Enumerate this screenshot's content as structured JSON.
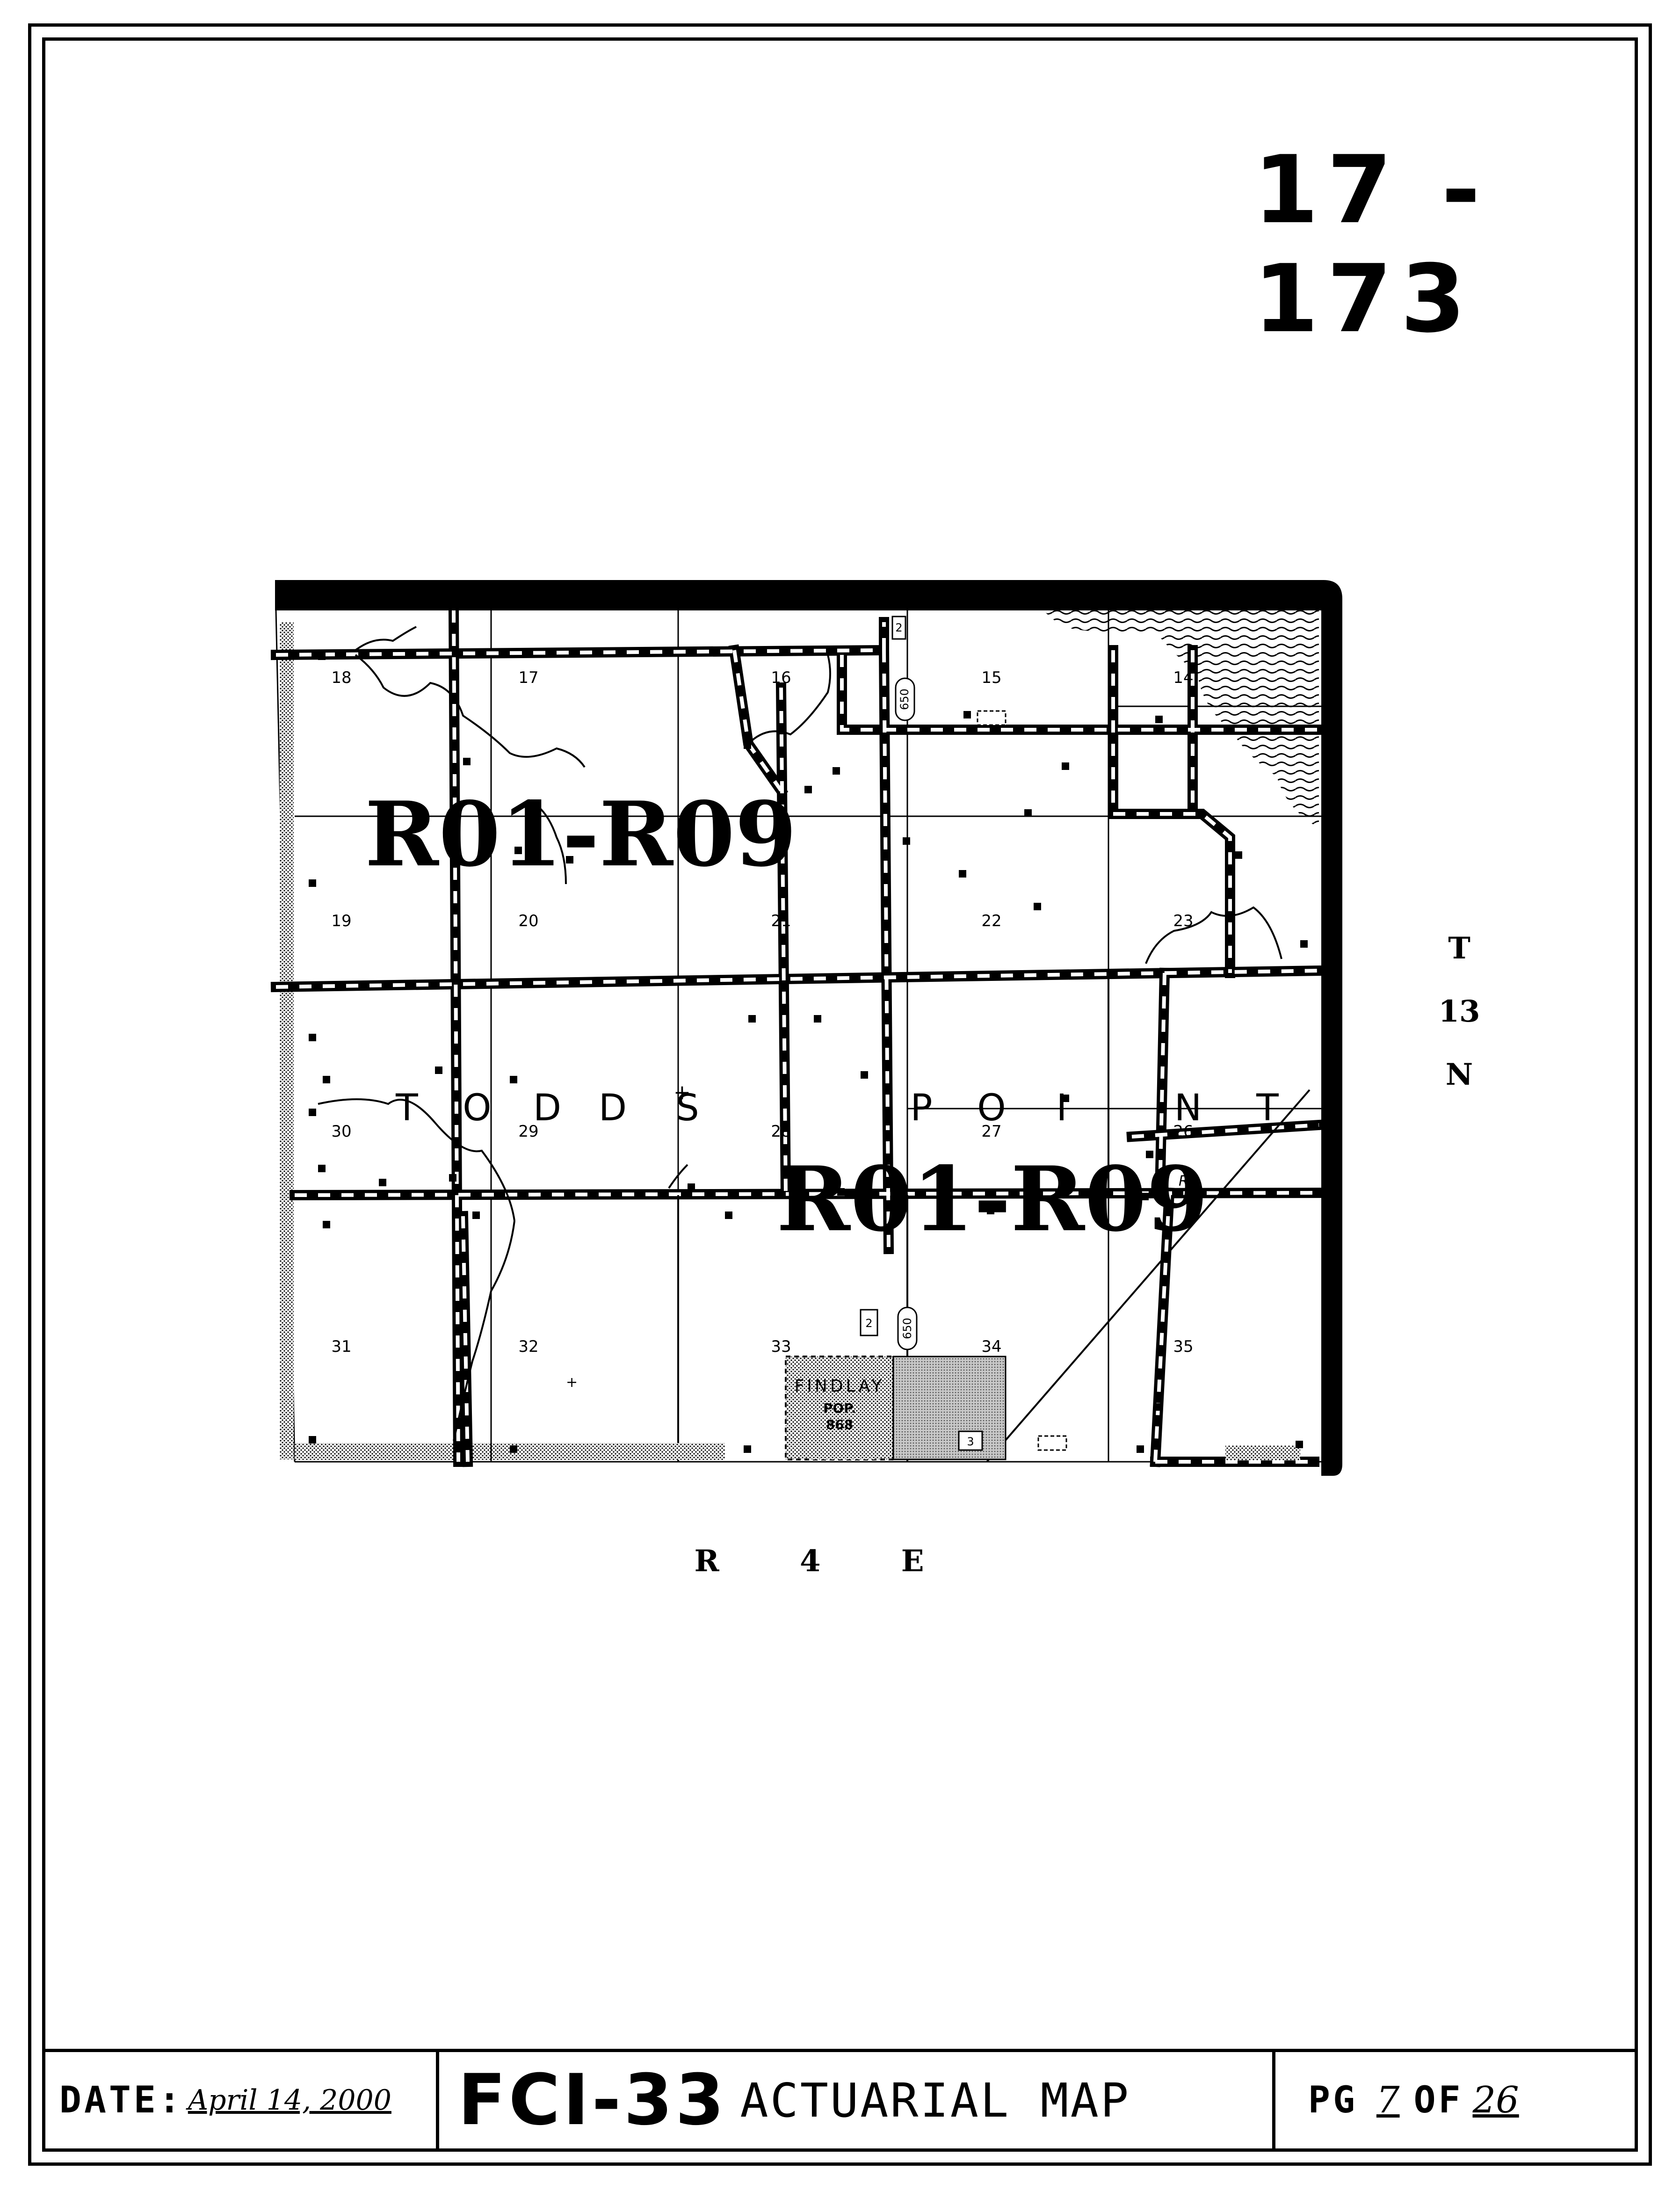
{
  "sheet_id": "17 - 173",
  "map": {
    "sections": [
      {
        "num": "18",
        "col": 0,
        "row": 0
      },
      {
        "num": "17",
        "col": 1,
        "row": 0
      },
      {
        "num": "16",
        "col": 2,
        "row": 0
      },
      {
        "num": "15",
        "col": 3,
        "row": 0
      },
      {
        "num": "14",
        "col": 4,
        "row": 0
      },
      {
        "num": "19",
        "col": 0,
        "row": 1
      },
      {
        "num": "20",
        "col": 1,
        "row": 1
      },
      {
        "num": "21",
        "col": 2,
        "row": 1
      },
      {
        "num": "22",
        "col": 3,
        "row": 1
      },
      {
        "num": "23",
        "col": 4,
        "row": 1
      },
      {
        "num": "30",
        "col": 0,
        "row": 2
      },
      {
        "num": "29",
        "col": 1,
        "row": 2
      },
      {
        "num": "28",
        "col": 2,
        "row": 2
      },
      {
        "num": "27",
        "col": 3,
        "row": 2
      },
      {
        "num": "26",
        "col": 4,
        "row": 2
      },
      {
        "num": "31",
        "col": 0,
        "row": 3
      },
      {
        "num": "32",
        "col": 1,
        "row": 3
      },
      {
        "num": "33",
        "col": 2,
        "row": 3
      },
      {
        "num": "34",
        "col": 3,
        "row": 3
      },
      {
        "num": "35",
        "col": 4,
        "row": 3
      }
    ],
    "zone_labels": [
      "R01-R09",
      "R01-R09"
    ],
    "township_letters": [
      "T",
      "O",
      "D",
      "D",
      "S",
      "P",
      "O",
      "I",
      "N",
      "T"
    ],
    "town_name": "FINDLAY",
    "population": [
      "POP.",
      "868"
    ],
    "route_shields": [
      "2",
      "650",
      "2",
      "650",
      "3"
    ],
    "railroad_label": "RR",
    "township_side": [
      "T",
      "13",
      "N"
    ],
    "range_bottom": "R 4 E"
  },
  "footer": {
    "date_label": "DATE:",
    "date_value": "April 14, 2000",
    "form_code": "FCI-33",
    "form_title": "ACTUARIAL MAP",
    "page_label": "PG",
    "page_current": "7",
    "page_of": "OF",
    "page_total": "26"
  }
}
